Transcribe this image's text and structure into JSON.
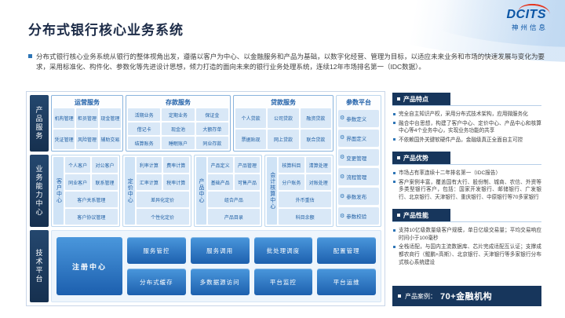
{
  "logo": {
    "brand": "DCITS",
    "company": "神州信息"
  },
  "page": {
    "title": "分布式银行核心业务系统",
    "intro": "分布式银行核心业务系统从银行的整体视角出发，遵循以客户为中心、以金融服务和产品为基础，以数字化经营、管理为目标，以适应未来业务和市场的快速发展与变化为要求，采用标准化、构件化、参数化等先进设计思想，倾力打造的面向未来的银行业务处理系统，连续12年市场排名第一（IDC数据）。"
  },
  "diagram": {
    "row_labels": [
      "产品服务",
      "业务能力中心",
      "技术平台"
    ],
    "services": [
      {
        "title": "运营服务",
        "items": [
          "机构管理",
          "柜员管理",
          "现金管理",
          "凭证管理",
          "风险管理",
          "辅助交易"
        ]
      },
      {
        "title": "存款服务",
        "items": [
          "活期业务",
          "定期业务",
          "保证金",
          "借记卡",
          "现金池",
          "大额存单",
          "结算账务",
          "睡眠账户",
          "同业存款"
        ]
      },
      {
        "title": "贷款服务",
        "items": [
          "个人贷款",
          "公司贷款",
          "融资贷款",
          "票据贴现",
          "网上贷款",
          "联合贷款"
        ]
      }
    ],
    "centers": [
      {
        "title": "客户中心",
        "items": [
          "个人客户",
          "对公客户",
          "同业客户",
          "联系管理",
          "客户关系管理",
          "客户协议管理"
        ]
      },
      {
        "title": "定价中心",
        "items": [
          "利率计算",
          "费率计算",
          "汇率计算",
          "税率计算",
          "差异化定价",
          "个性化定价"
        ]
      },
      {
        "title": "产品中心",
        "items": [
          "产品定义",
          "产品管理",
          "基础产品",
          "可售产品",
          "组合产品",
          "产品目录"
        ]
      },
      {
        "title": "会计核算中心",
        "items": [
          "核算科目",
          "清算处理",
          "分户账务",
          "对账处理",
          "外币重估",
          "科目余额"
        ]
      }
    ],
    "param_platform": {
      "title": "参数平台",
      "items": [
        "参数定义",
        "界面定义",
        "变更管理",
        "流程管理",
        "参数发布",
        "参数校验"
      ]
    },
    "tech": {
      "registry": "注册中心",
      "row1": [
        "服务管控",
        "服务调用",
        "批处理调度",
        "配置管理"
      ],
      "row2": [
        "分布式缓存",
        "多数据源访问",
        "平台监控",
        "平台运维"
      ]
    }
  },
  "panel": {
    "sections": [
      {
        "title": "产品特点",
        "bullets": [
          "完全自主知识产权，采用分布式技术架构，应用微服务化",
          "融合中台思想，构建了客户中心、定价中心、产品中心和核算中心等4个业务中心，实现业务功能的共享",
          "不依赖国外关键软硬件产品，金融级真正全面自主可控"
        ]
      },
      {
        "title": "产品优势",
        "bullets": [
          "市场占有率连续十二年排名第一（IDC报告）",
          "客户案例丰富，覆盖国有大行、股份制、城商、农信、外资等多类型银行客户，包括：国家开发银行、邮储银行、广发银行、北京银行、天津银行、重庆银行、中原银行等70多家银行"
        ]
      },
      {
        "title": "产品性能",
        "bullets": [
          "支持10亿级数量级客户规模，单日亿级交易量；平均交易响应时间小于100毫秒",
          "全栈适配，与国内主流数据库、芯片完成适配互认证；支撑成都农商行（鲲鹏+高斯）、北京银行、天津银行等多家银行分布式核心系统建设"
        ]
      }
    ],
    "cases": {
      "label": "产品案例：",
      "value": "70+金融机构"
    }
  }
}
